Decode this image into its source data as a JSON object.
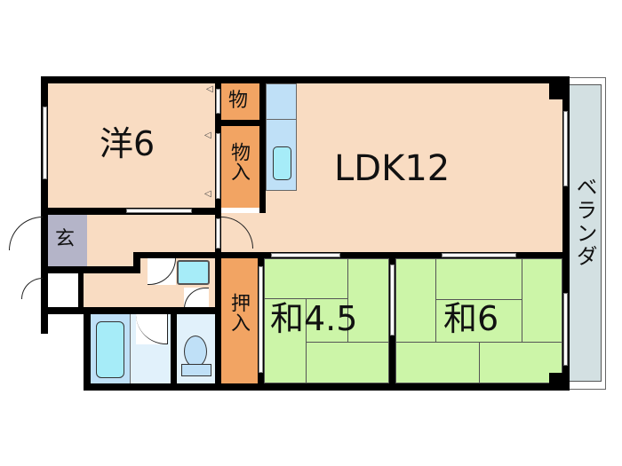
{
  "floor_plan": {
    "rooms": {
      "western_room": {
        "label": "洋6",
        "type": "Western-style room",
        "size_jo": 6
      },
      "closet_upper": {
        "label": "物",
        "type": "Storage"
      },
      "closet_lower": {
        "label": "物入",
        "type": "Storage closet"
      },
      "ldk": {
        "label": "LDK12",
        "type": "Living/Dining/Kitchen",
        "size_jo": 12
      },
      "entrance": {
        "label": "玄",
        "type": "Entrance"
      },
      "oshiire": {
        "label": "押入",
        "type": "Futon closet"
      },
      "japanese_room_1": {
        "label": "和4.5",
        "type": "Japanese-style room",
        "size_jo": 4.5
      },
      "japanese_room_2": {
        "label": "和6",
        "type": "Japanese-style room",
        "size_jo": 6
      },
      "veranda": {
        "label": "ベランダ",
        "type": "Balcony"
      },
      "bathroom": {
        "type": "Bath"
      },
      "toilet": {
        "type": "Toilet"
      },
      "washroom": {
        "type": "Washroom"
      }
    },
    "colors": {
      "living": "#f9dcc2",
      "storage": "#f2a463",
      "tatami": "#ccf5a8",
      "entrance": "#b4b4c8",
      "wet_area": "#bfe0f7",
      "veranda": "#d3e0e2",
      "wall": "#000000"
    }
  }
}
